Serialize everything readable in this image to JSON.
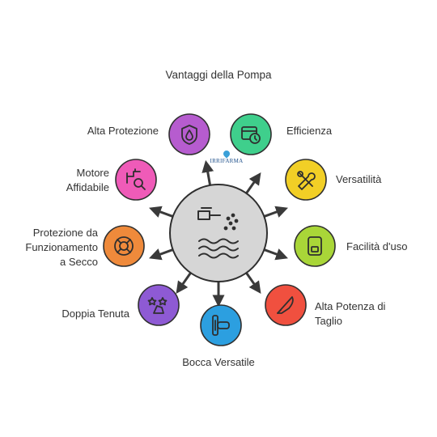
{
  "title": "Vantaggi della Pompa",
  "logo_text": "IRRIFARMA",
  "benefits": [
    {
      "label": "Alta Protezione",
      "icon": "shield-drop-icon",
      "color": "#b65ccf"
    },
    {
      "label": "Efficienza",
      "icon": "browser-clock-icon",
      "color": "#3fcf8c"
    },
    {
      "label": "Versatilità",
      "icon": "tools-icon",
      "color": "#f2cf26"
    },
    {
      "label": "Facilità d'uso",
      "icon": "device-icon",
      "color": "#a9d638"
    },
    {
      "label": "Alta Potenza di\nTaglio",
      "icon": "blade-icon",
      "color": "#f0503f"
    },
    {
      "label": "Bocca Versatile",
      "icon": "nozzle-icon",
      "color": "#2c9fe0"
    },
    {
      "label": "Doppia Tenuta",
      "icon": "stars-hand-icon",
      "color": "#8e5ad4"
    },
    {
      "label": "Protezione da\nFunzionamento\na Secco",
      "icon": "lifebuoy-icon",
      "color": "#ef8a3b"
    },
    {
      "label": "Motore\nAffidabile",
      "icon": "pipe-search-icon",
      "color": "#ef5bb8"
    }
  ],
  "colors": {
    "hub": "#d6d6d6",
    "hub_stroke": "#2f2f2f",
    "arrow": "#3a3a3a"
  }
}
